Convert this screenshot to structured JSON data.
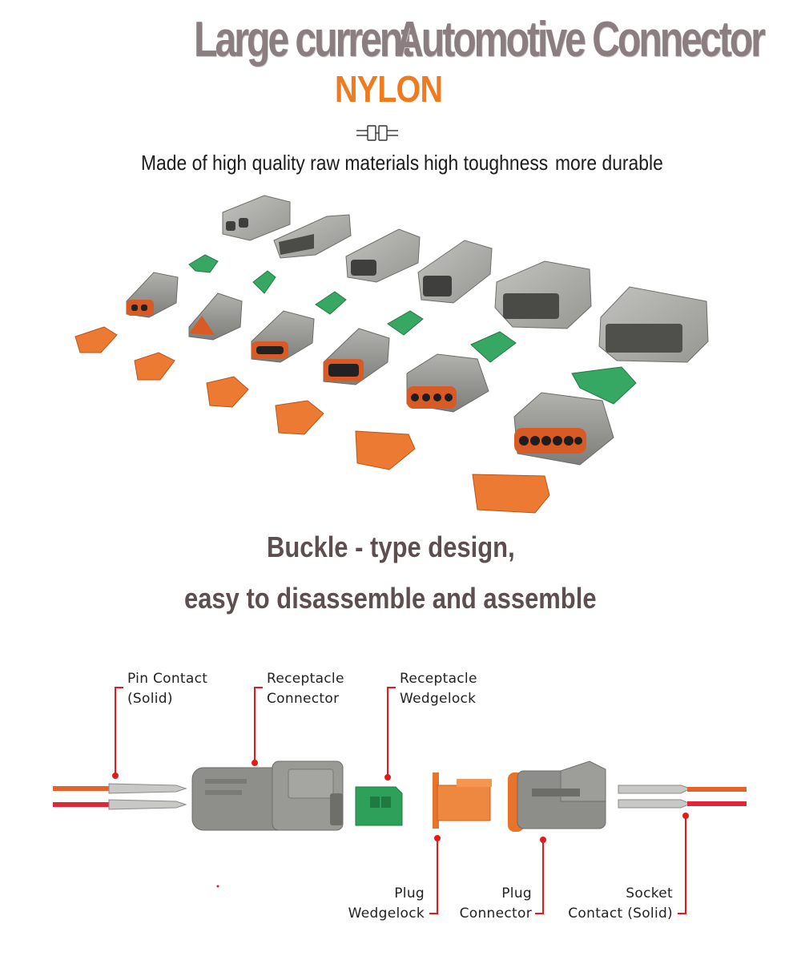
{
  "heading": {
    "title_left": "Large current",
    "title_right": "Automotive Connector",
    "material": "NYLON",
    "tagline": [
      "Made of high quality raw materials",
      "high toughness",
      "more durable"
    ]
  },
  "feature": {
    "line1": "Buckle - type design,",
    "line2": "easy to disassemble and assemble"
  },
  "diagram_labels": {
    "pin_contact": "Pin Contact\n(Solid)",
    "receptacle_connector": "Receptacle\nConnector",
    "receptacle_wedgelock": "Receptacle\nWedgelock",
    "plug_wedgelock": "Plug\nWedgelock",
    "plug_connector": "Plug\nConnector",
    "socket_contact": "Socket\nContact (Solid)"
  },
  "colors": {
    "title_gray": "#8a7e80",
    "nylon_orange": "#f07a1e",
    "headline_brown": "#5d4e50",
    "connector_gray": "#8f908b",
    "wedge_green": "#2fa05a",
    "seal_orange": "#e8732a",
    "leader_red": "#e21a1a"
  },
  "icons": [
    "connector-icon"
  ]
}
